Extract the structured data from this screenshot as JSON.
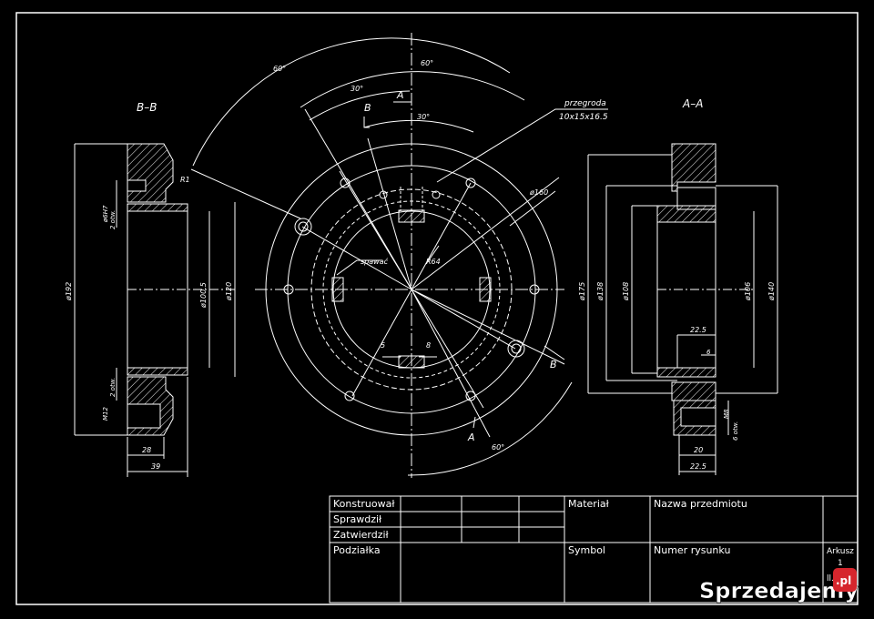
{
  "section_labels": {
    "left": "B–B",
    "right": "A–A"
  },
  "top_view": {
    "cut_A": "A",
    "cut_B": "B",
    "angle_outer": "60°",
    "angle_top": "60°",
    "angle_30a": "30°",
    "angle_30b": "30°",
    "angle_bottom": "60°",
    "note_partition_1": "przegroda",
    "note_partition_2": "10x15x16.5",
    "dia_160": "ø160",
    "radius_r1": "R1",
    "radius_r64": "R64",
    "weld": "spawać",
    "dim_5": "5",
    "dim_8": "8"
  },
  "left_dims": {
    "d192": "ø192",
    "d100_5": "ø100.5",
    "d120": "ø120",
    "d6h7": "ø6H7",
    "holes_top": "2 otw.",
    "holes_bot": "2 otw.",
    "m12": "M12",
    "l28": "28",
    "l39": "39"
  },
  "right_dims": {
    "d175": "ø175",
    "d138": "ø138",
    "d108": "ø108",
    "d106": "ø106",
    "d140": "ø140",
    "l22_5_top": "22.5",
    "l6": "6",
    "m8": "M8",
    "holes": "6 otw.",
    "l20": "20",
    "l22_5_bot": "22.5"
  },
  "title_block": {
    "row1": "Konstruował",
    "row2": "Sprawdził",
    "row3": "Zatwierdził",
    "row4": "Podziałka",
    "material": "Materiał",
    "symbol": "Symbol",
    "part_name": "Nazwa przedmiotu",
    "drawing_no": "Numer rysunku",
    "sheet_label": "Arkusz",
    "sheet_no": "1",
    "sheet_of": "ll."
  },
  "watermark": {
    "text": "Sprzedajemy",
    "suffix": ".pl",
    "accent": "#d6262d"
  },
  "colors": {
    "line": "#ffffff",
    "background": "#000000",
    "accent": "#d6262d"
  }
}
